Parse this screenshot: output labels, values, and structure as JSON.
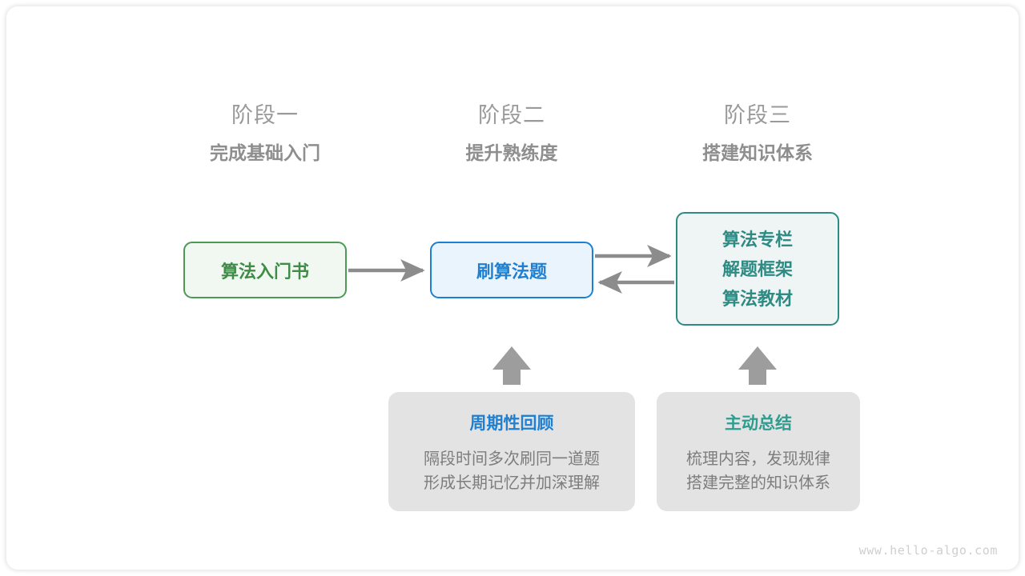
{
  "diagram": {
    "watermark": "www.hello-algo.com",
    "colors": {
      "green": "#3f8b48",
      "green_border": "#4d9a56",
      "green_fill": "#f1f8f1",
      "blue": "#1f7fd0",
      "blue_border": "#1a80d6",
      "blue_fill": "#e9f4fd",
      "teal": "#2e8b84",
      "teal_border": "#2e8b84",
      "teal_fill": "#eef5f4",
      "gray_card": "#e3e3e3",
      "gray_text": "#7d7d7d",
      "arrow": "#8c8c8c",
      "header_text": "#9a9a9a"
    },
    "stages": [
      {
        "phase": "阶段一",
        "title": "完成基础入门"
      },
      {
        "phase": "阶段二",
        "title": "提升熟练度"
      },
      {
        "phase": "阶段三",
        "title": "搭建知识体系"
      }
    ],
    "nodes": {
      "book": {
        "label": "算法入门书"
      },
      "practice": {
        "label": "刷算法题"
      },
      "resources": {
        "lines": [
          "算法专栏",
          "解题框架",
          "算法教材"
        ]
      }
    },
    "details": [
      {
        "title": "周期性回顾",
        "body": [
          "隔段时间多次刷同一道题",
          "形成长期记忆并加深理解"
        ]
      },
      {
        "title": "主动总结",
        "body": [
          "梳理内容，发现规律",
          "搭建完整的知识体系"
        ]
      }
    ],
    "arrows": [
      {
        "name": "book-to-practice",
        "direction": "right"
      },
      {
        "name": "practice-to-resources",
        "direction": "right"
      },
      {
        "name": "resources-to-practice",
        "direction": "left"
      },
      {
        "name": "review-to-practice",
        "direction": "up"
      },
      {
        "name": "summary-to-resources",
        "direction": "up"
      }
    ]
  }
}
